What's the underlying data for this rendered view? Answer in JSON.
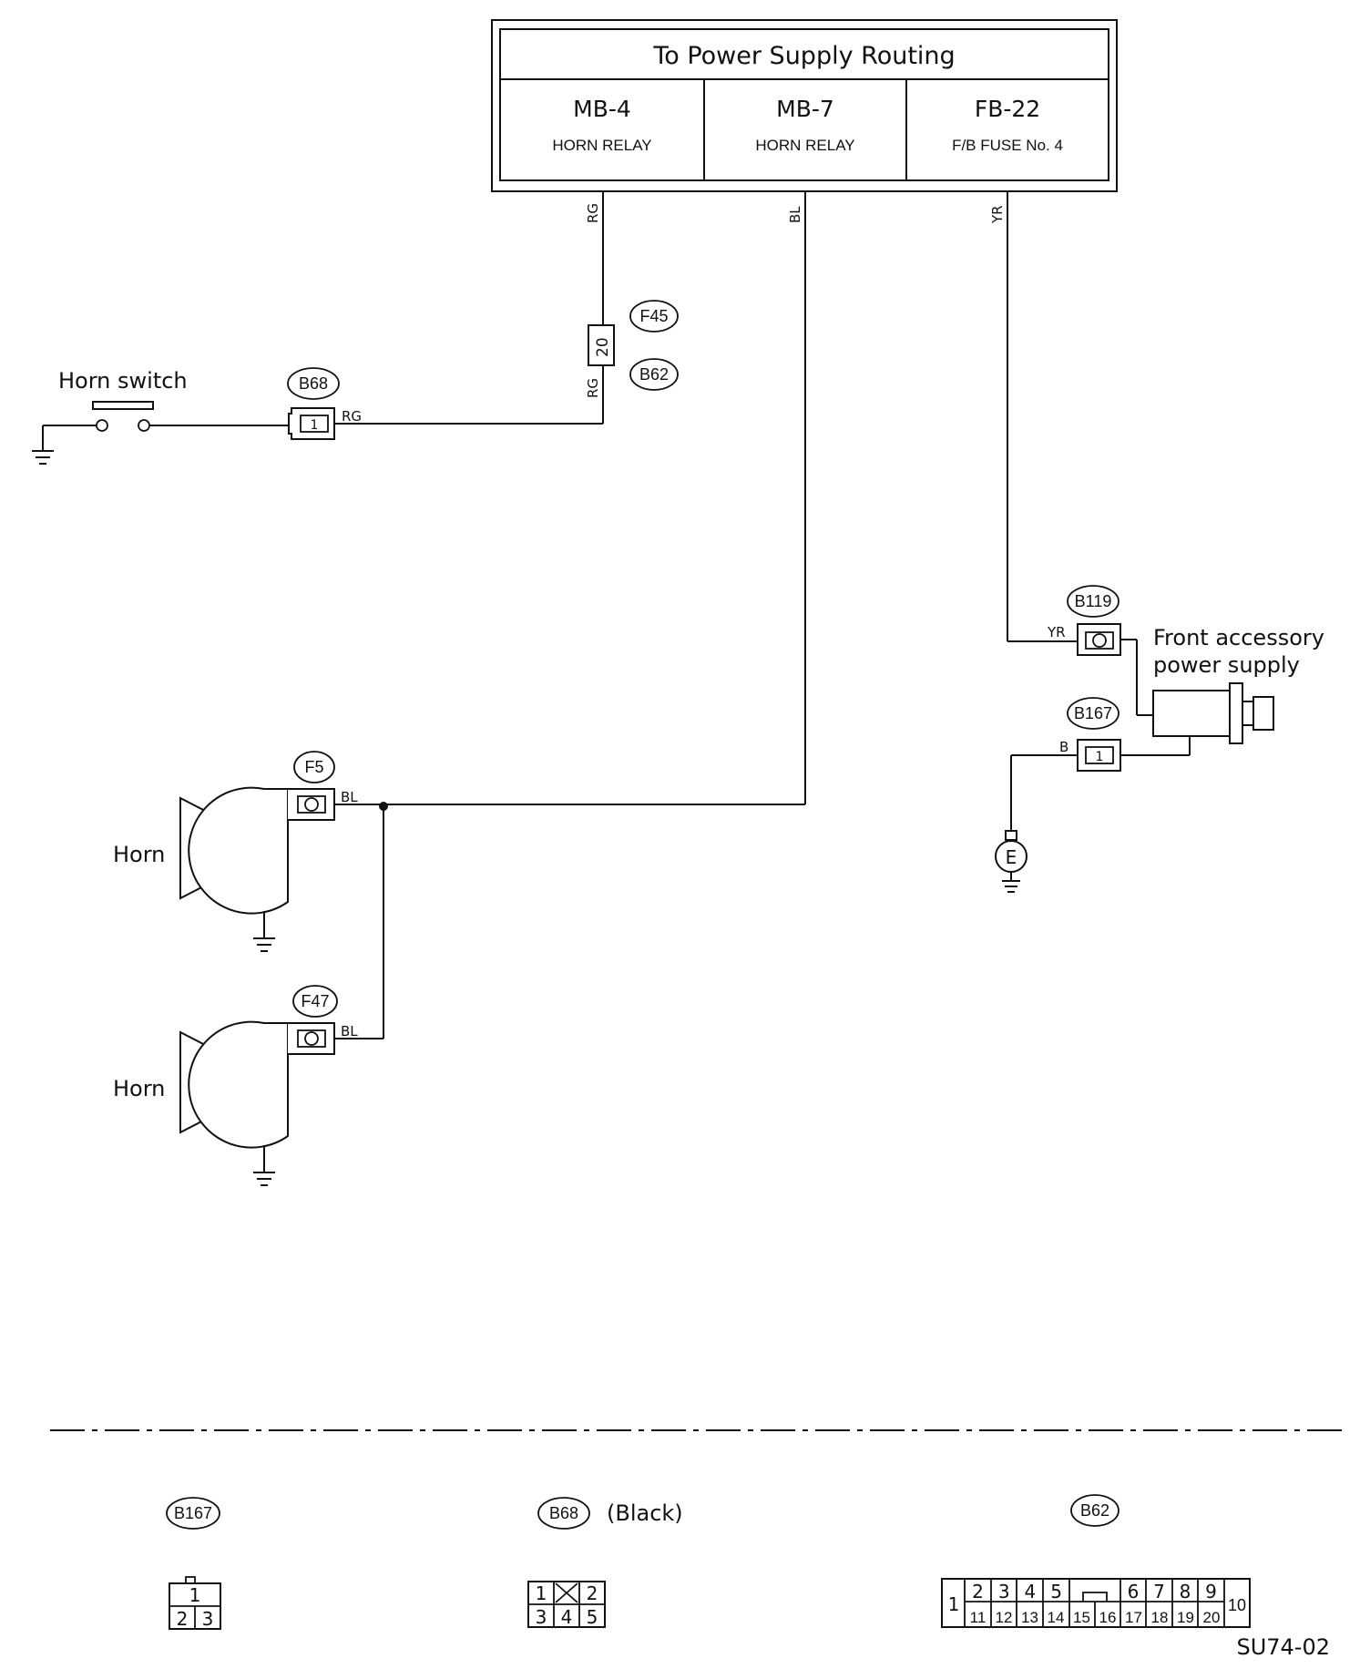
{
  "power_table": {
    "title": "To Power Supply Routing",
    "cells": [
      {
        "code": "MB-4",
        "desc": "HORN RELAY"
      },
      {
        "code": "MB-7",
        "desc": "HORN RELAY"
      },
      {
        "code": "FB-22",
        "desc": "F/B FUSE No. 4"
      }
    ]
  },
  "wires": {
    "rg": "RG",
    "bl": "BL",
    "yr": "YR",
    "b": "B"
  },
  "components": {
    "horn_switch": "Horn switch",
    "horn_1": "Horn",
    "horn_2": "Horn",
    "front_acc_line1": "Front accessory",
    "front_acc_line2": "power supply",
    "ground_e": "E"
  },
  "connectors": {
    "f45": "F45",
    "b62": "B62",
    "b68": "B68",
    "f5": "F5",
    "f47": "F47",
    "b119": "B119",
    "b167": "B167",
    "b62_pin": "20",
    "b68_pin": "1",
    "b167_pin": "1"
  },
  "connector_views": {
    "b167": {
      "label": "B167",
      "pins_top": [
        "1"
      ],
      "pins_bottom": [
        "2",
        "3"
      ]
    },
    "b68": {
      "label": "B68",
      "color": "(Black)",
      "pins_top": [
        "1",
        "2"
      ],
      "pins_bottom": [
        "3",
        "4",
        "5"
      ]
    },
    "b62": {
      "label": "B62",
      "pin_left": "1",
      "pins_top_a": [
        "2",
        "3",
        "4",
        "5"
      ],
      "pins_top_b": [
        "6",
        "7",
        "8",
        "9"
      ],
      "pin_right": "10",
      "pins_bottom": [
        "11",
        "12",
        "13",
        "14",
        "15",
        "16",
        "17",
        "18",
        "19",
        "20"
      ]
    }
  },
  "figure_id": "SU74-02"
}
